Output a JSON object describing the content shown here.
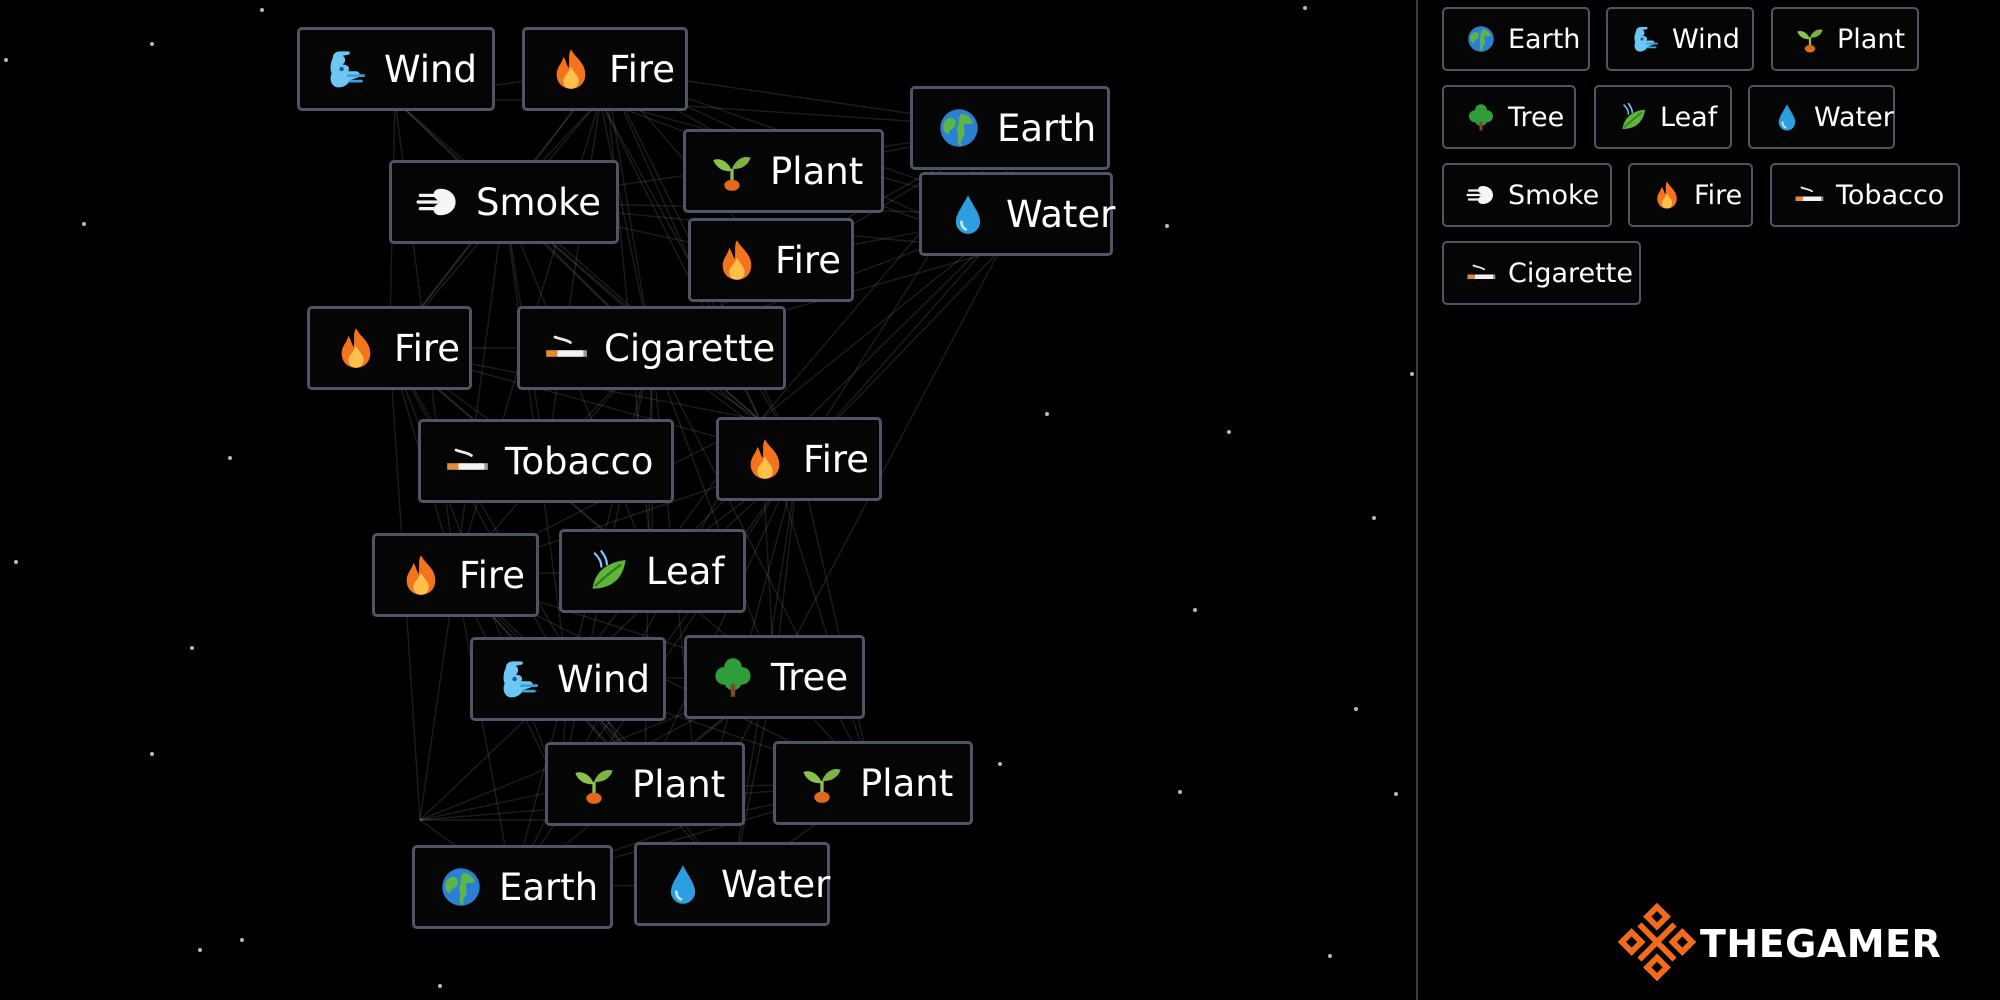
{
  "canvas": {
    "tiles": [
      {
        "label": "Wind",
        "icon": "wind-icon"
      },
      {
        "label": "Fire",
        "icon": "fire-icon"
      },
      {
        "label": "Earth",
        "icon": "earth-icon"
      },
      {
        "label": "Plant",
        "icon": "plant-icon"
      },
      {
        "label": "Smoke",
        "icon": "smoke-icon"
      },
      {
        "label": "Water",
        "icon": "water-icon"
      },
      {
        "label": "Fire",
        "icon": "fire-icon"
      },
      {
        "label": "Fire",
        "icon": "fire-icon"
      },
      {
        "label": "Cigarette",
        "icon": "cigarette-icon"
      },
      {
        "label": "Tobacco",
        "icon": "cigarette-icon"
      },
      {
        "label": "Fire",
        "icon": "fire-icon"
      },
      {
        "label": "Fire",
        "icon": "fire-icon"
      },
      {
        "label": "Leaf",
        "icon": "leaf-icon"
      },
      {
        "label": "Wind",
        "icon": "wind-icon"
      },
      {
        "label": "Tree",
        "icon": "tree-icon"
      },
      {
        "label": "Plant",
        "icon": "plant-icon"
      },
      {
        "label": "Plant",
        "icon": "plant-icon"
      },
      {
        "label": "Earth",
        "icon": "earth-icon"
      },
      {
        "label": "Water",
        "icon": "water-icon"
      }
    ]
  },
  "sidebar": {
    "items": [
      {
        "label": "Earth",
        "icon": "earth-icon"
      },
      {
        "label": "Wind",
        "icon": "wind-icon"
      },
      {
        "label": "Plant",
        "icon": "plant-icon"
      },
      {
        "label": "Tree",
        "icon": "tree-icon"
      },
      {
        "label": "Leaf",
        "icon": "leaf-icon"
      },
      {
        "label": "Water",
        "icon": "water-icon"
      },
      {
        "label": "Smoke",
        "icon": "smoke-icon"
      },
      {
        "label": "Fire",
        "icon": "fire-icon"
      },
      {
        "label": "Tobacco",
        "icon": "cigarette-icon"
      },
      {
        "label": "Cigarette",
        "icon": "cigarette-icon"
      }
    ]
  },
  "watermark": {
    "text": "THEGAMER"
  },
  "colors": {
    "background": "#000000",
    "tile_border": "#4e5566",
    "watermark_orange": "#f26b1d"
  }
}
